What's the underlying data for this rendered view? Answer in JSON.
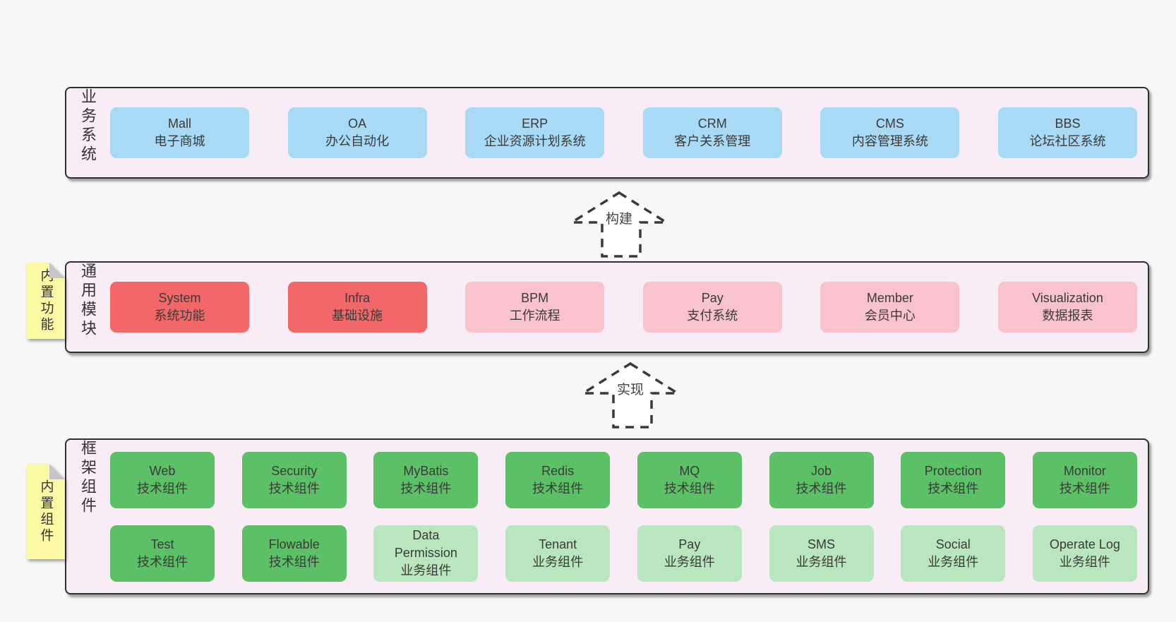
{
  "colors": {
    "page_bg": "#f7f7f7",
    "band_bg": "#f8edf6",
    "band_border": "#2f2f2f",
    "blue_box": "#a8daf5",
    "red_box": "#f26868",
    "pink_box": "#f9c3cc",
    "green_box": "#5cc066",
    "light_green_box": "#b9e6bf",
    "note_yellow": "#fbf9a3",
    "text": "#3a3a3a"
  },
  "arrows": {
    "build": "构建",
    "implement": "实现"
  },
  "bands": {
    "business": {
      "label": "业务系统",
      "boxes": [
        {
          "name": "Mall",
          "desc": "电子商城"
        },
        {
          "name": "OA",
          "desc": "办公自动化"
        },
        {
          "name": "ERP",
          "desc": "企业资源计划系统"
        },
        {
          "name": "CRM",
          "desc": "客户关系管理"
        },
        {
          "name": "CMS",
          "desc": "内容管理系统"
        },
        {
          "name": "BBS",
          "desc": "论坛社区系统"
        }
      ]
    },
    "modules": {
      "label": "通用模块",
      "note": "内置功能",
      "boxes": [
        {
          "name": "System",
          "desc": "系统功能"
        },
        {
          "name": "Infra",
          "desc": "基础设施"
        },
        {
          "name": "BPM",
          "desc": "工作流程"
        },
        {
          "name": "Pay",
          "desc": "支付系统"
        },
        {
          "name": "Member",
          "desc": "会员中心"
        },
        {
          "name": "Visualization",
          "desc": "数据报表"
        }
      ]
    },
    "components": {
      "label": "框架组件",
      "note": "内置组件",
      "row1": [
        {
          "name": "Web",
          "desc": "技术组件"
        },
        {
          "name": "Security",
          "desc": "技术组件"
        },
        {
          "name": "MyBatis",
          "desc": "技术组件"
        },
        {
          "name": "Redis",
          "desc": "技术组件"
        },
        {
          "name": "MQ",
          "desc": "技术组件"
        },
        {
          "name": "Job",
          "desc": "技术组件"
        },
        {
          "name": "Protection",
          "desc": "技术组件"
        },
        {
          "name": "Monitor",
          "desc": "技术组件"
        }
      ],
      "row2": [
        {
          "name": "Test",
          "desc": "技术组件"
        },
        {
          "name": "Flowable",
          "desc": "技术组件"
        },
        {
          "name": "Data Permission",
          "desc": "业务组件"
        },
        {
          "name": "Tenant",
          "desc": "业务组件"
        },
        {
          "name": "Pay",
          "desc": "业务组件"
        },
        {
          "name": "SMS",
          "desc": "业务组件"
        },
        {
          "name": "Social",
          "desc": "业务组件"
        },
        {
          "name": "Operate Log",
          "desc": "业务组件"
        }
      ]
    }
  }
}
